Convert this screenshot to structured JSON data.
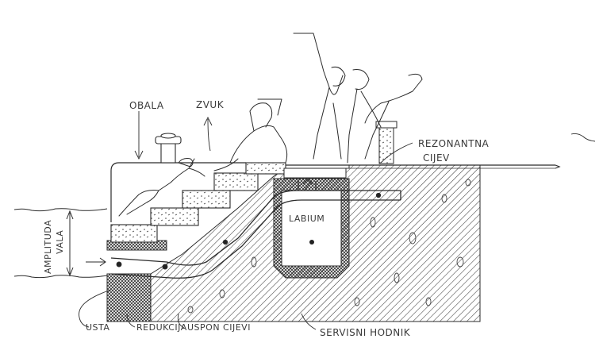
{
  "diagram": {
    "type": "cross-section sketch",
    "subject": "sea organ (morske orgulje) section",
    "colors": {
      "ink": "#2b2b2b",
      "paper": "#ffffff",
      "hatch": "#3c3c3c"
    },
    "labels": {
      "obala": "OBALA",
      "zvuk": "ZVUK",
      "rezonantna_line1": "REZONANTNA",
      "rezonantna_line2": "CIJEV",
      "labium": "LABIUM",
      "amplituda_line1": "AMPLITUDA",
      "amplituda_line2": "VALA",
      "usta": "USTA",
      "redukcija": "REDUKCIJA",
      "uspon_cijevi": "USPON CIJEVI",
      "servisni_hodnik": "SERVISNI HODNIK"
    },
    "elements": [
      {
        "id": "bollard",
        "name": "mooring bollard on quay edge"
      },
      {
        "id": "steps",
        "name": "stone stair steps",
        "count": 5
      },
      {
        "id": "figures",
        "name": "sketched seated and standing human figures"
      },
      {
        "id": "pipe",
        "name": "rising pipe from sea inlet to resonant chamber"
      },
      {
        "id": "service-corridor",
        "name": "service corridor chamber"
      },
      {
        "id": "resonant-pipe",
        "name": "horizontal resonant pipe"
      },
      {
        "id": "wave-lines",
        "name": "sea level lines (high/low)"
      }
    ]
  }
}
